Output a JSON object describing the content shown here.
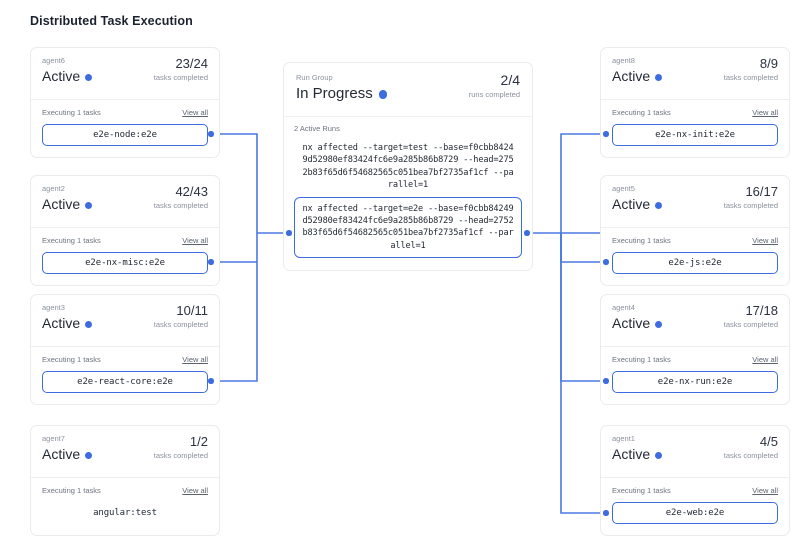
{
  "page": {
    "title": "Distributed Task Execution",
    "accent_color": "#3c6ce0",
    "card_border_color": "#e9ebef",
    "muted_text_color": "#8b919c"
  },
  "labels": {
    "tasks_completed": "tasks completed",
    "runs_completed": "runs completed",
    "executing_prefix": "Executing 1 tasks",
    "view_all": "View all",
    "active_runs": "2 Active Runs"
  },
  "run_group": {
    "label": "Run Group",
    "status": "In Progress",
    "status_dot": "status-dot-icon",
    "count": "2/4",
    "count_label": "runs completed",
    "active_runs_label": "2 Active Runs",
    "runs": [
      {
        "command": "nx affected --target=test --base=f0cbb84249d52980ef83424fc6e9a285b86b8729 --head=2752b83f65d6f54682565c051bea7bf2735af1cf --parallel=1",
        "highlighted": false
      },
      {
        "command": "nx affected --target=e2e --base=f0cbb84249d52980ef83424fc6e9a285b86b8729 --head=2752b83f65d6f54682565c051bea7bf2735af1cf --parallel=1",
        "highlighted": true
      }
    ]
  },
  "left_agents": [
    {
      "name": "agent6",
      "status": "Active",
      "count": "23/24",
      "count_label": "tasks completed",
      "executing": "Executing 1 tasks",
      "view_all": "View all",
      "task": "e2e-node:e2e",
      "task_highlighted": true
    },
    {
      "name": "agent2",
      "status": "Active",
      "count": "42/43",
      "count_label": "tasks completed",
      "executing": "Executing 1 tasks",
      "view_all": "View all",
      "task": "e2e-nx-misc:e2e",
      "task_highlighted": true
    },
    {
      "name": "agent3",
      "status": "Active",
      "count": "10/11",
      "count_label": "tasks completed",
      "executing": "Executing 1 tasks",
      "view_all": "View all",
      "task": "e2e-react-core:e2e",
      "task_highlighted": true
    },
    {
      "name": "agent7",
      "status": "Active",
      "count": "1/2",
      "count_label": "tasks completed",
      "executing": "Executing 1 tasks",
      "view_all": "View all",
      "task": "angular:test",
      "task_highlighted": false
    }
  ],
  "right_agents": [
    {
      "name": "agent8",
      "status": "Active",
      "count": "8/9",
      "count_label": "tasks completed",
      "executing": "Executing 1 tasks",
      "view_all": "View all",
      "task": "e2e-nx-init:e2e",
      "task_highlighted": true
    },
    {
      "name": "agent5",
      "status": "Active",
      "count": "16/17",
      "count_label": "tasks completed",
      "executing": "Executing 1 tasks",
      "view_all": "View all",
      "task": "e2e-js:e2e",
      "task_highlighted": true
    },
    {
      "name": "agent4",
      "status": "Active",
      "count": "17/18",
      "count_label": "tasks completed",
      "executing": "Executing 1 tasks",
      "view_all": "View all",
      "task": "e2e-nx-run:e2e",
      "task_highlighted": true
    },
    {
      "name": "agent1",
      "status": "Active",
      "count": "4/5",
      "count_label": "tasks completed",
      "executing": "Executing 1 tasks",
      "view_all": "View all",
      "task": "e2e-web:e2e",
      "task_highlighted": true
    }
  ]
}
